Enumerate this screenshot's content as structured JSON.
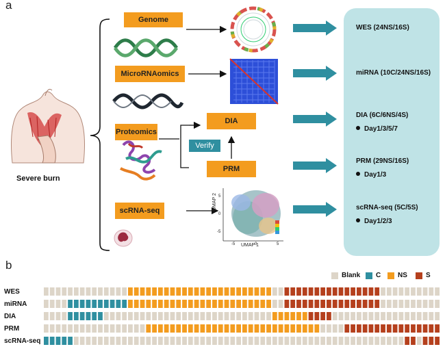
{
  "panel_a": {
    "letter": "a"
  },
  "panel_b": {
    "letter": "b"
  },
  "omics": {
    "genome": "Genome",
    "microrna": "MicroRNAomics",
    "proteomics": "Proteomics",
    "scrna": "scRNA-seq",
    "dia": "DIA",
    "prm": "PRM",
    "verify": "Verify"
  },
  "patient_label": "Severe burn",
  "umap": {
    "xlabel": "UMAP 1",
    "ylabel": "UMAP 2",
    "xticks": [
      "-5",
      "0",
      "5"
    ],
    "yticks": [
      "5",
      "0",
      "-5"
    ]
  },
  "results": [
    {
      "title": "WES (24NS/16S)"
    },
    {
      "title": "miRNA (10C/24NS/16S)"
    },
    {
      "title": "DIA (6C/6NS/4S)",
      "bullet": "Day1/3/5/7"
    },
    {
      "title": "PRM (29NS/16S)",
      "bullet": "Day1/3"
    },
    {
      "title": "scRNA-seq (5C/5S)",
      "bullet": "Day1/2/3"
    }
  ],
  "legend": [
    {
      "label": "Blank",
      "color": "#ddd5c8"
    },
    {
      "label": "C",
      "color": "#2f8fa0"
    },
    {
      "label": "NS",
      "color": "#f39c1f"
    },
    {
      "label": "S",
      "color": "#b5401d"
    }
  ],
  "colors": {
    "orange": "#f39c1f",
    "teal": "#2f8fa0",
    "red": "#b5401d",
    "blank": "#ddd5c8",
    "panel": "#bfe3e6"
  },
  "chart_data": {
    "type": "heatmap",
    "total_cells": 66,
    "rows": [
      {
        "label": "WES",
        "segments": [
          [
            "Blank",
            14
          ],
          [
            "NS",
            24
          ],
          [
            "Blank",
            2
          ],
          [
            "S",
            16
          ],
          [
            "Blank",
            10
          ]
        ]
      },
      {
        "label": "miRNA",
        "segments": [
          [
            "Blank",
            4
          ],
          [
            "C",
            10
          ],
          [
            "NS",
            24
          ],
          [
            "Blank",
            2
          ],
          [
            "S",
            16
          ],
          [
            "Blank",
            10
          ]
        ]
      },
      {
        "label": "DIA",
        "segments": [
          [
            "Blank",
            4
          ],
          [
            "C",
            6
          ],
          [
            "Blank",
            28
          ],
          [
            "NS",
            6
          ],
          [
            "S",
            4
          ],
          [
            "Blank",
            18
          ]
        ]
      },
      {
        "label": "PRM",
        "segments": [
          [
            "Blank",
            17
          ],
          [
            "NS",
            29
          ],
          [
            "Blank",
            4
          ],
          [
            "S",
            16
          ]
        ]
      },
      {
        "label": "scRNA-seq",
        "segments": [
          [
            "C",
            5
          ],
          [
            "Blank",
            55
          ],
          [
            "S",
            2
          ],
          [
            "Blank",
            1
          ],
          [
            "S",
            3
          ]
        ]
      }
    ]
  }
}
